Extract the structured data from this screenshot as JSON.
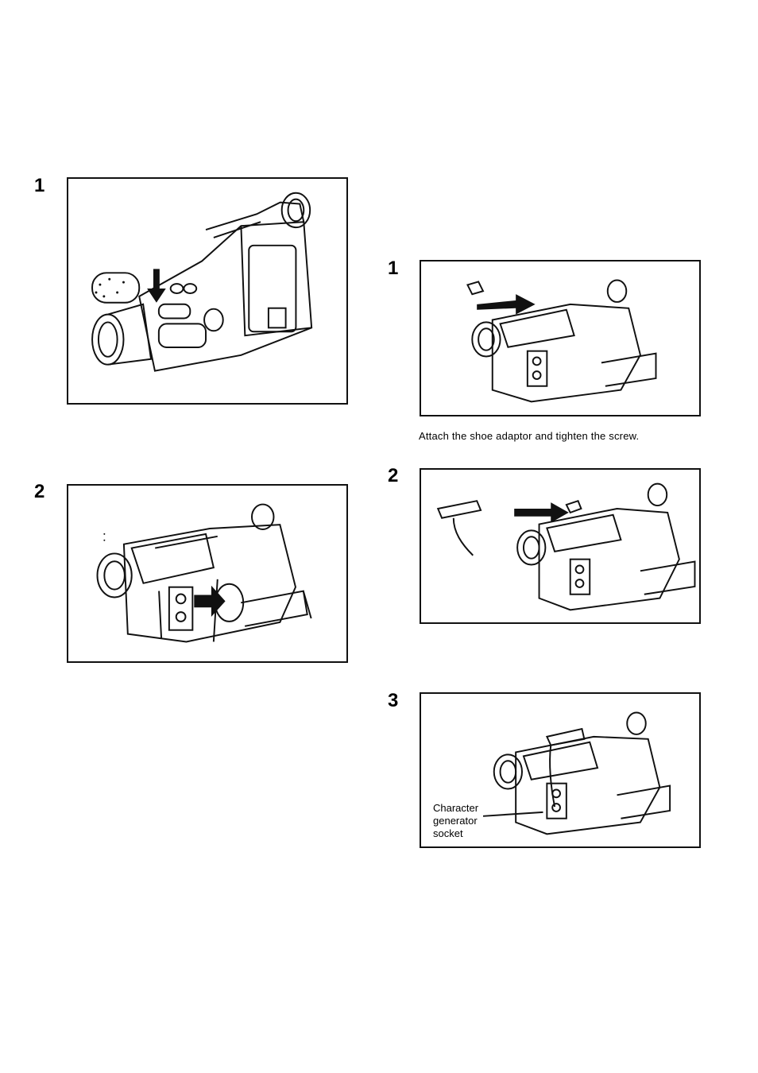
{
  "left_column": {
    "steps": [
      {
        "number": "1",
        "illustration": "camcorder-side-view-button-press"
      },
      {
        "number": "2",
        "illustration": "camcorder-rear-view-side-panel"
      }
    ]
  },
  "right_column": {
    "steps": [
      {
        "number": "1",
        "illustration": "camcorder-shoe-adaptor-attach",
        "caption": "Attach the shoe adaptor and tighten the screw."
      },
      {
        "number": "2",
        "illustration": "character-generator-mount"
      },
      {
        "number": "3",
        "illustration": "character-generator-connected",
        "callout": {
          "line1": "Character",
          "line2": "generator",
          "line3": "socket"
        }
      }
    ]
  }
}
